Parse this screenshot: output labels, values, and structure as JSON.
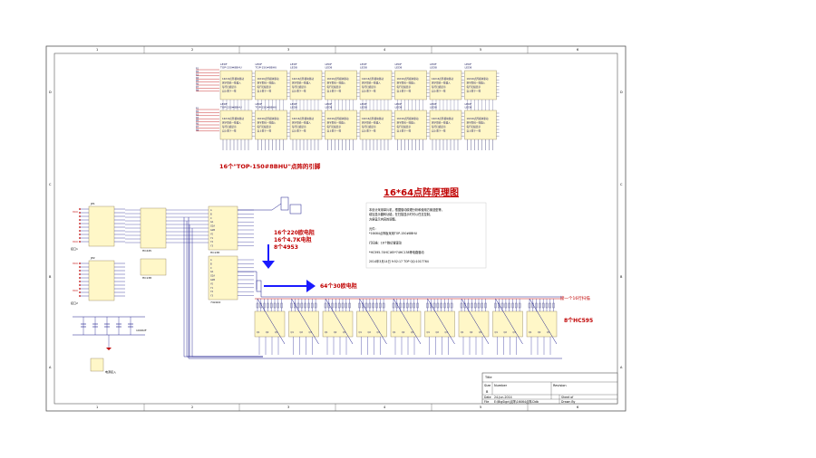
{
  "border": {
    "col_labels": [
      "1",
      "2",
      "3",
      "4",
      "5",
      "6"
    ],
    "row_labels": [
      "D",
      "C",
      "B",
      "A"
    ]
  },
  "led_array": {
    "part_ref": "LEDF",
    "part_names": [
      "TOP-150#8BHU",
      "TOP-150#8BHU",
      "LED8",
      "LED8",
      "LED8",
      "LED8",
      "LED8",
      "LED8"
    ],
    "note": "16个\"TOP-150#8BHU\"点阵的引脚",
    "cell_text": [
      "16X16点阵模块驱动",
      "将字形码一排输入",
      "每行扫描显示",
      "自上而下一排"
    ],
    "row_pin_labels": [
      "R1",
      "R2",
      "R3",
      "R4",
      "R5",
      "R6",
      "R7",
      "R8"
    ],
    "col_colors": {
      "cell": "#fff7c8",
      "bus": "#c00000",
      "ink": "#202060"
    }
  },
  "title_block": {
    "heading": "16*64点阵原理图",
    "description_lines": [
      "本设计采用单片机，根据驱动原理分析和使用方案选型等，",
      "增加显示翻转功能，在扫描显示时可以任意控制，",
      "方便显示内容的调整。",
      "",
      "元件：",
      "*16X64点阵板采用TOP-150#8BHU",
      "",
      "行扫描：16个数位管驱动",
      "",
      "*HC595-74HC165*74HC138等电路驱动",
      "",
      "2014年3月14日 9:52:17   TOP  QQ:1017764"
    ],
    "fields": {
      "title_label": "Title",
      "size_label": "Size",
      "size_value": "B",
      "number_label": "Number",
      "revision_label": "Revision",
      "date_label": "Date",
      "date_value": "24-Jun-2014",
      "sheet_label": "Sheet  of",
      "file_label": "File",
      "file_value": "E:\\BigSign\\点阵\\16X64点阵.Ddb",
      "drawn_label": "Drawn By"
    }
  },
  "annotations": {
    "resistors_note": [
      "16个220欧电阻",
      "16个4.7K电阻",
      "8个4953"
    ],
    "row_driver_note": "64个30欧电阻",
    "shift_reg_note": "8个HC595",
    "right_bus_label": "接一个16行扫描",
    "power_label": "电源接入",
    "cap_label": "1000UF",
    "conn_labels": [
      "接口1",
      "接口2"
    ],
    "ic_labels": [
      "HC245",
      "HC138",
      "HC138",
      "74LS04"
    ],
    "vcc_label": "VCC"
  },
  "colors": {
    "arrow": "#1a1aff",
    "annotation": "#c00000",
    "wire": "#1a1a8c",
    "component": "#fff7c8",
    "border": "#333333"
  }
}
